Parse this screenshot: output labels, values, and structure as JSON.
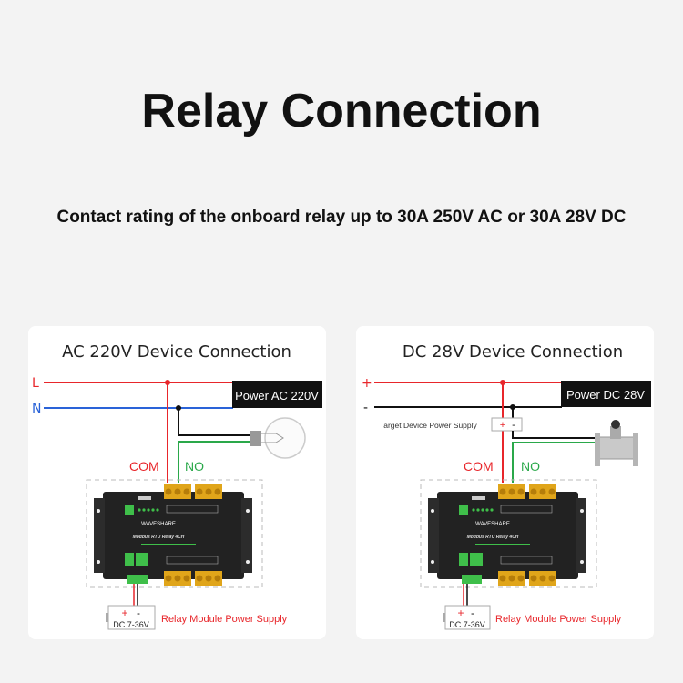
{
  "title": "Relay Connection",
  "subtitle": "Contact rating of the onboard relay up to 30A 250V AC or 30A 28V DC",
  "colors": {
    "live": "#e8262b",
    "neutral": "#2a63d8",
    "ground": "#111111",
    "no": "#2aa84a",
    "terminal": "#e0a51a"
  },
  "module": {
    "brand": "WAVESHARE",
    "model": "Modbus RTU Relay 4CH"
  },
  "panels": [
    {
      "title": "AC 220V Device Connection",
      "line1": "L",
      "line2": "N",
      "power_label": "Power AC 220V",
      "com": "COM",
      "no": "NO",
      "load_icon": "light-bulb-icon",
      "supply_plus": "+",
      "supply_minus": "-",
      "supply_label": "DC 7-36V",
      "supply_caption": "Relay Module Power Supply"
    },
    {
      "title": "DC 28V Device Connection",
      "line1": "+",
      "line2": "-",
      "power_label": "Power DC 28V",
      "target_label": "Target Device Power Supply",
      "target_plus": "+",
      "target_minus": "-",
      "com": "COM",
      "no": "NO",
      "load_icon": "solenoid-valve-icon",
      "supply_plus": "+",
      "supply_minus": "-",
      "supply_label": "DC 7-36V",
      "supply_caption": "Relay Module Power Supply"
    }
  ]
}
